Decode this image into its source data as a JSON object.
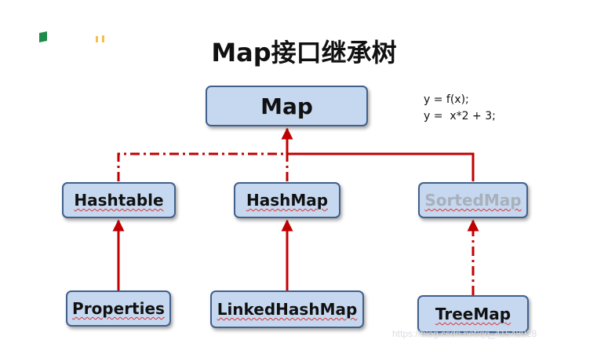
{
  "title": "Map接口继承树",
  "note_lines": [
    "y = f(x);",
    "y =  x*2 + 3;"
  ],
  "nodes": {
    "map": "Map",
    "hashtable": "Hashtable",
    "hashmap": "HashMap",
    "sortedmap": "SortedMap",
    "properties": "Properties",
    "linkedhashmap": "LinkedHashMap",
    "treemap": "TreeMap"
  },
  "edges": [
    {
      "from": "hashtable",
      "to": "map",
      "style": "dash-dot"
    },
    {
      "from": "hashmap",
      "to": "map",
      "style": "dash-dot"
    },
    {
      "from": "sortedmap",
      "to": "map",
      "style": "solid"
    },
    {
      "from": "properties",
      "to": "hashtable",
      "style": "solid"
    },
    {
      "from": "linkedhashmap",
      "to": "hashmap",
      "style": "solid"
    },
    {
      "from": "treemap",
      "to": "sortedmap",
      "style": "dash-dot"
    }
  ],
  "colors": {
    "node_fill": "#c6d8ef",
    "node_border": "#41608c",
    "arrow": "#c00000",
    "dim_text": "#a8b0bb"
  },
  "watermark": "https://blog.csdn.net/qq_41548028"
}
